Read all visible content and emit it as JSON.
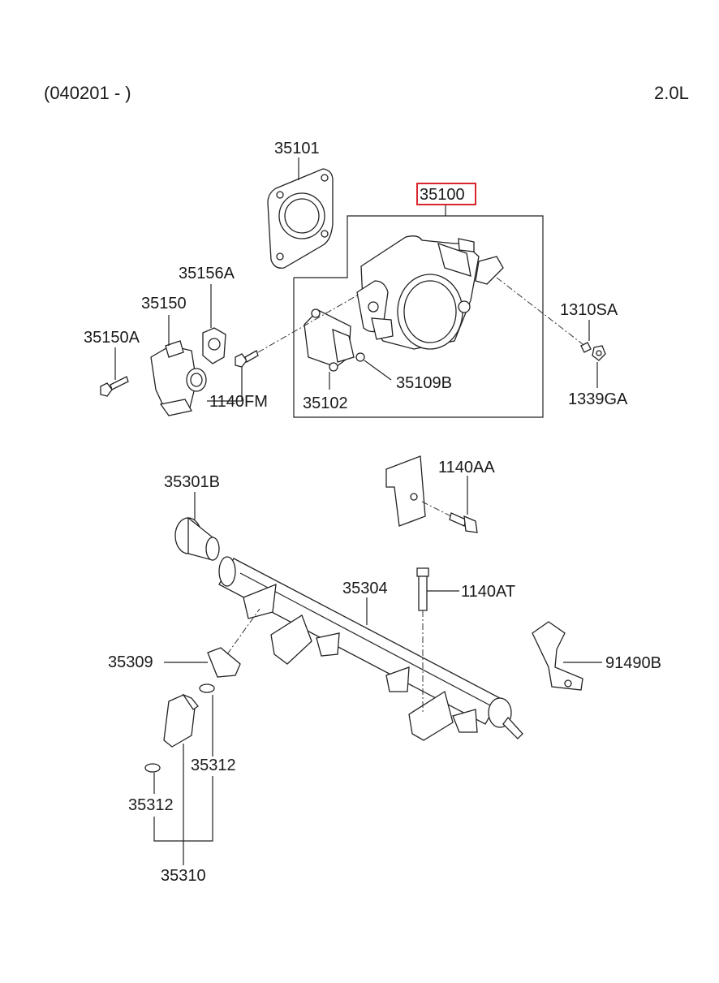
{
  "header": {
    "date_range": "(040201 - )",
    "engine": "2.0L"
  },
  "highlight_color": "#d9262c",
  "parts": {
    "p35101": "35101",
    "p35100": "35100",
    "p35156A": "35156A",
    "p35150": "35150",
    "p35150A": "35150A",
    "p1140FM": "1140FM",
    "p35102": "35102",
    "p35109B": "35109B",
    "p1310SA": "1310SA",
    "p1339GA": "1339GA",
    "p35301B": "35301B",
    "p1140AA": "1140AA",
    "p35304": "35304",
    "p1140AT": "1140AT",
    "p35309": "35309",
    "p91490B": "91490B",
    "p35312a": "35312",
    "p35312b": "35312",
    "p35310": "35310"
  }
}
